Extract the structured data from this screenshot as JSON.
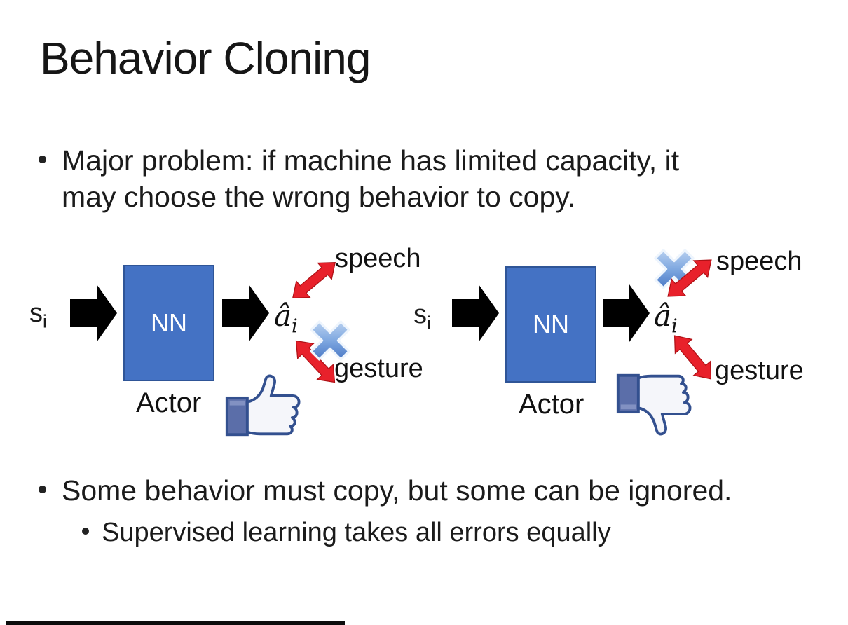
{
  "slide": {
    "title": "Behavior Cloning",
    "bullet1_line1": "Major problem: if machine has limited capacity, it",
    "bullet1_line2": "may choose the wrong behavior to copy.",
    "bullet2": "Some behavior must copy, but some can be ignored.",
    "bullet3": "Supervised learning takes all errors equally"
  },
  "diagram": {
    "input_label": "s",
    "input_sub": "i",
    "box_label": "NN",
    "box_caption": "Actor",
    "output_label": "â",
    "output_sub": "i",
    "speech_label": "speech",
    "gesture_label": "gesture"
  },
  "icons": {
    "block_arrow": "black-block-arrow-icon",
    "double_arrow": "red-double-headed-arrow-icon",
    "cross": "blue-x-cross-icon",
    "thumb_up": "thumbs-up-icon",
    "thumb_down": "thumbs-down-icon"
  },
  "colors": {
    "box_blue": "#4472C4",
    "box_border": "#2F5597",
    "arrow_red": "#E8212B",
    "thumb_navy": "#33508F",
    "cuff_blue": "#5B6EA9"
  }
}
